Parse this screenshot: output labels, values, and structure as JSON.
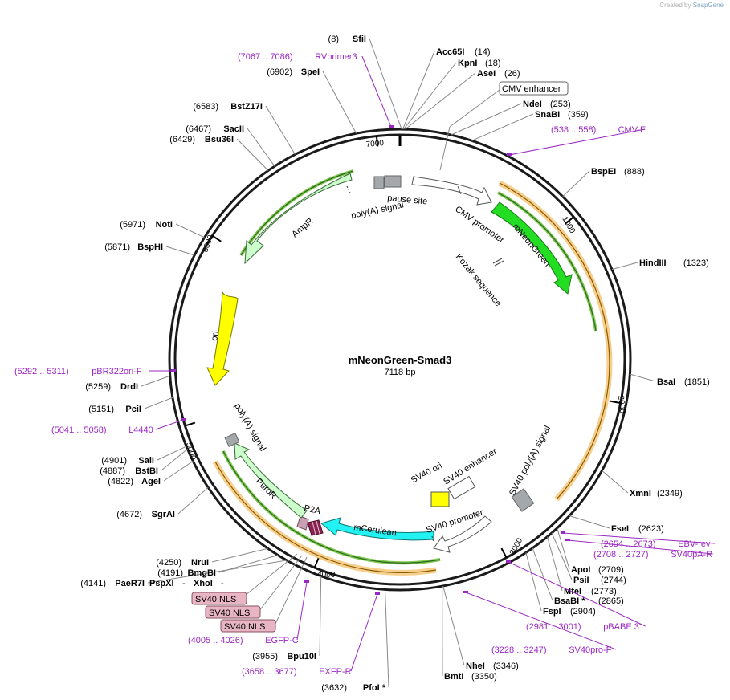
{
  "credit": {
    "prefix": "Created by",
    "brand": "SnapGene"
  },
  "plasmid": {
    "name": "mNeonGreen-Smad3",
    "length": "7118 bp"
  },
  "ticks": [
    "1000",
    "2000",
    "3000",
    "4000",
    "5000",
    "6000",
    "7000"
  ],
  "enzymes": [
    {
      "pos": "(8)",
      "name": "SfiI",
      "site": 8
    },
    {
      "pos": "(14)",
      "name": "Acc65I",
      "site": 14
    },
    {
      "pos": "(18)",
      "name": "KpnI",
      "site": 18
    },
    {
      "pos": "(26)",
      "name": "AseI",
      "site": 26
    },
    {
      "pos": "(253)",
      "name": "NdeI",
      "site": 253
    },
    {
      "pos": "(359)",
      "name": "SnaBI",
      "site": 359
    },
    {
      "pos": "(888)",
      "name": "BspEI",
      "site": 888
    },
    {
      "pos": "(1323)",
      "name": "HindIII",
      "site": 1323
    },
    {
      "pos": "(1851)",
      "name": "BsaI",
      "site": 1851
    },
    {
      "pos": "(2349)",
      "name": "XmnI",
      "site": 2349
    },
    {
      "pos": "(2623)",
      "name": "FseI",
      "site": 2623
    },
    {
      "pos": "(2709)",
      "name": "ApoI",
      "site": 2709
    },
    {
      "pos": "(2744)",
      "name": "PsiI",
      "site": 2744
    },
    {
      "pos": "(2773)",
      "name": "MfeI",
      "site": 2773
    },
    {
      "pos": "(2865)",
      "name": "BsaBI *",
      "site": 2865
    },
    {
      "pos": "(2904)",
      "name": "FspI",
      "site": 2904
    },
    {
      "pos": "(3346)",
      "name": "NheI",
      "site": 3346
    },
    {
      "pos": "(3350)",
      "name": "BmtI",
      "site": 3350
    },
    {
      "pos": "(3632)",
      "name": "PfoI *",
      "site": 3632
    },
    {
      "pos": "(3955)",
      "name": "Bpu10I",
      "site": 3955
    },
    {
      "pos": "(4141)",
      "name": "PaeR7I",
      "site": 4141
    },
    {
      "pos": "-",
      "name": "PspXI",
      "site": 4141
    },
    {
      "pos": "-",
      "name": "XhoI",
      "site": 4141
    },
    {
      "pos": "(4191)",
      "name": "BmgBI",
      "site": 4191
    },
    {
      "pos": "(4250)",
      "name": "NruI",
      "site": 4250
    },
    {
      "pos": "(4672)",
      "name": "SgrAI",
      "site": 4672
    },
    {
      "pos": "(4822)",
      "name": "AgeI",
      "site": 4822
    },
    {
      "pos": "(4887)",
      "name": "BstBI",
      "site": 4887
    },
    {
      "pos": "(4901)",
      "name": "SalI",
      "site": 4901
    },
    {
      "pos": "(5151)",
      "name": "PciI",
      "site": 5151
    },
    {
      "pos": "(5259)",
      "name": "DrdI",
      "site": 5259
    },
    {
      "pos": "(5871)",
      "name": "BspHI",
      "site": 5871
    },
    {
      "pos": "(5971)",
      "name": "NotI",
      "site": 5971
    },
    {
      "pos": "(6429)",
      "name": "Bsu36I",
      "site": 6429
    },
    {
      "pos": "(6467)",
      "name": "SacII",
      "site": 6467
    },
    {
      "pos": "(6583)",
      "name": "BstZ17I",
      "site": 6583
    },
    {
      "pos": "(6902)",
      "name": "SpeI",
      "site": 6902
    }
  ],
  "primers": [
    {
      "range": "(7067 .. 7086)",
      "name": "RVprimer3"
    },
    {
      "range": "(538 .. 558)",
      "name": "CMV-F"
    },
    {
      "range": "(2654 .. 2673)",
      "name": "EBV-rev"
    },
    {
      "range": "(2708 .. 2727)",
      "name": "SV40pA-R"
    },
    {
      "range": "(2981 .. 3001)",
      "name": "pBABE 3'"
    },
    {
      "range": "(3228 .. 3247)",
      "name": "SV40pro-F"
    },
    {
      "range": "(3658 .. 3677)",
      "name": "EXFP-R"
    },
    {
      "range": "(4005 .. 4026)",
      "name": "EGFP-C"
    },
    {
      "range": "(5041 .. 5058)",
      "name": "L4440"
    },
    {
      "range": "(5292 .. 5311)",
      "name": "pBR322ori-F"
    }
  ],
  "features": {
    "cmv_enhancer": "CMV enhancer",
    "cmv_promoter": "CMV promoter",
    "mneongreen": "mNeonGreen",
    "kozak": "Kozak sequence",
    "sv40_polya": "SV40 poly(A) signal",
    "sv40_promoter": "SV40 promoter",
    "sv40_enhancer": "SV40 enhancer",
    "sv40_ori": "SV40 ori",
    "mcerulean": "mCerulean",
    "p2a": "P2A",
    "puror": "PuroR",
    "polya": "poly(A) signal",
    "ori": "ori",
    "ampr": "AmpR",
    "polya_top": "poly(A) signal",
    "pause_site": "pause site",
    "sv40_nls": [
      "SV40 NLS",
      "SV40 NLS",
      "SV40 NLS"
    ]
  },
  "colors": {
    "primer": "#9b27c4",
    "mneongreen": "#22dd22",
    "mcerulean": "#22f2f2",
    "ori": "#ffff00",
    "sv40_ori": "#ffff00",
    "ampr": "#ccffcc",
    "puror": "#ccffcc",
    "orf_orange": "#f0a830",
    "orf_green": "#2c8a1c",
    "nls": "#e7b5c4",
    "p2a": "#8b2252"
  }
}
